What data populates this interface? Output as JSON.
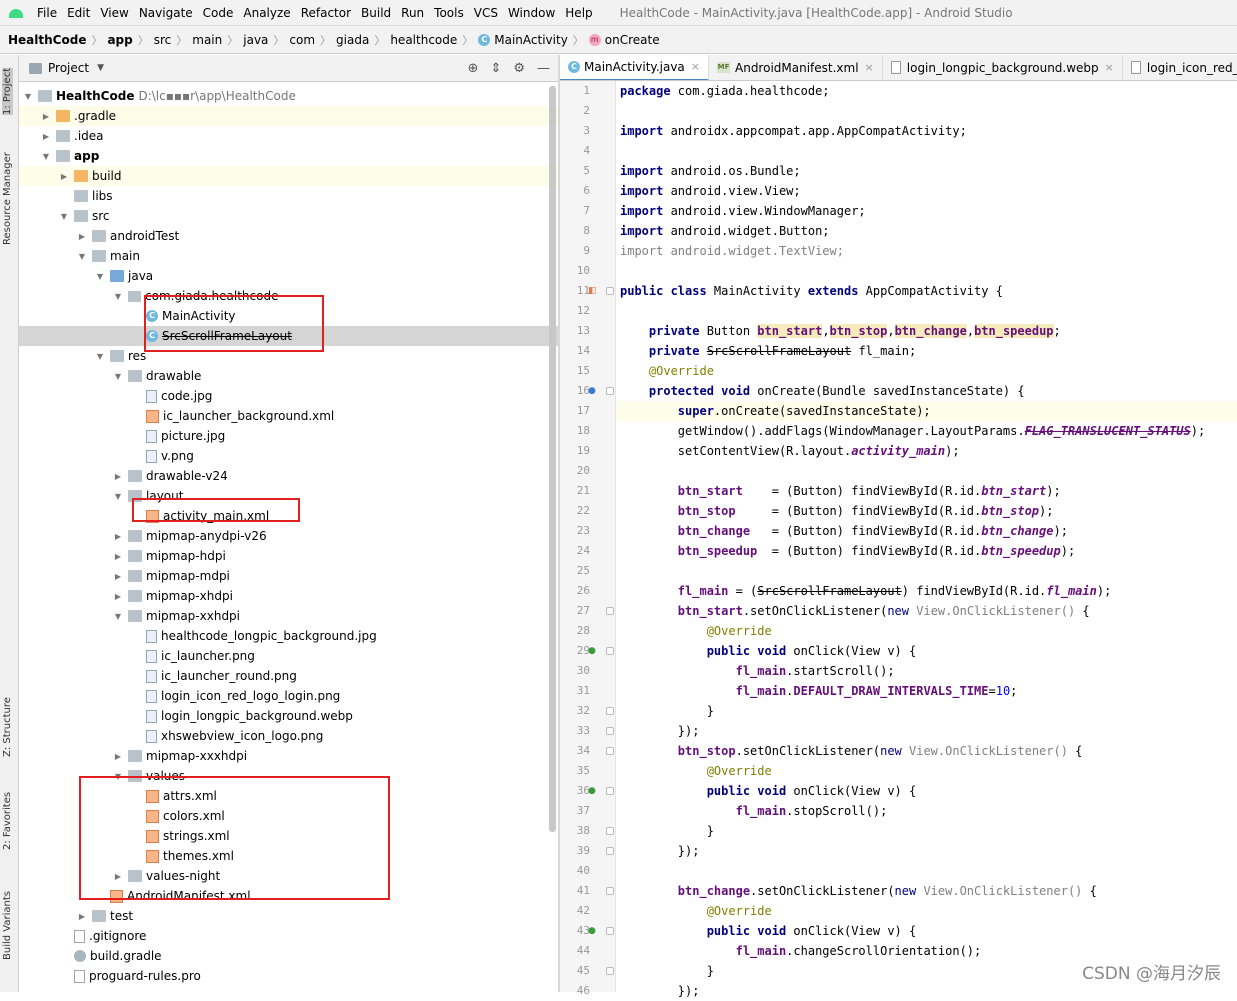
{
  "menubar": {
    "items": [
      "File",
      "Edit",
      "View",
      "Navigate",
      "Code",
      "Analyze",
      "Refactor",
      "Build",
      "Run",
      "Tools",
      "VCS",
      "Window",
      "Help"
    ],
    "window_title": "HealthCode - MainActivity.java [HealthCode.app] - Android Studio"
  },
  "breadcrumb": [
    "HealthCode",
    "app",
    "src",
    "main",
    "java",
    "com",
    "giada",
    "healthcode",
    "MainActivity",
    "onCreate"
  ],
  "sidebar_tabs": [
    "1: Project",
    "Resource Manager",
    "Z: Structure",
    "2: Favorites",
    "Build Variants"
  ],
  "project_panel": {
    "title": "Project",
    "tree": [
      {
        "label": "HealthCode",
        "sub": "D:\\lc▪▪▪r\\app\\HealthCode",
        "depth": 0,
        "open": true,
        "icon": "folder"
      },
      {
        "label": ".gradle",
        "depth": 1,
        "open": false,
        "icon": "folder-o"
      },
      {
        "label": ".idea",
        "depth": 1,
        "open": false,
        "icon": "folder"
      },
      {
        "label": "app",
        "depth": 1,
        "open": true,
        "icon": "folder"
      },
      {
        "label": "build",
        "depth": 2,
        "open": false,
        "icon": "folder-o"
      },
      {
        "label": "libs",
        "depth": 2,
        "icon": "folder"
      },
      {
        "label": "src",
        "depth": 2,
        "open": true,
        "icon": "folder"
      },
      {
        "label": "androidTest",
        "depth": 3,
        "open": false,
        "icon": "folder"
      },
      {
        "label": "main",
        "depth": 3,
        "open": true,
        "icon": "folder"
      },
      {
        "label": "java",
        "depth": 4,
        "open": true,
        "icon": "folder-b"
      },
      {
        "label": "com.giada.healthcode",
        "depth": 5,
        "open": true,
        "icon": "pkg"
      },
      {
        "label": "MainActivity",
        "depth": 6,
        "icon": "class"
      },
      {
        "label": "SrcScrollFrameLayout",
        "depth": 6,
        "icon": "class",
        "strike": true
      },
      {
        "label": "res",
        "depth": 4,
        "open": true,
        "icon": "folder"
      },
      {
        "label": "drawable",
        "depth": 5,
        "open": true,
        "icon": "folder"
      },
      {
        "label": "code.jpg",
        "depth": 6,
        "icon": "img"
      },
      {
        "label": "ic_launcher_background.xml",
        "depth": 6,
        "icon": "xml"
      },
      {
        "label": "picture.jpg",
        "depth": 6,
        "icon": "img"
      },
      {
        "label": "v.png",
        "depth": 6,
        "icon": "img"
      },
      {
        "label": "drawable-v24",
        "depth": 5,
        "open": false,
        "icon": "folder"
      },
      {
        "label": "layout",
        "depth": 5,
        "open": true,
        "icon": "folder"
      },
      {
        "label": "activity_main.xml",
        "depth": 6,
        "icon": "xml"
      },
      {
        "label": "mipmap-anydpi-v26",
        "depth": 5,
        "open": false,
        "icon": "folder"
      },
      {
        "label": "mipmap-hdpi",
        "depth": 5,
        "open": false,
        "icon": "folder"
      },
      {
        "label": "mipmap-mdpi",
        "depth": 5,
        "open": false,
        "icon": "folder"
      },
      {
        "label": "mipmap-xhdpi",
        "depth": 5,
        "open": false,
        "icon": "folder"
      },
      {
        "label": "mipmap-xxhdpi",
        "depth": 5,
        "open": true,
        "icon": "folder"
      },
      {
        "label": "healthcode_longpic_background.jpg",
        "depth": 6,
        "icon": "img"
      },
      {
        "label": "ic_launcher.png",
        "depth": 6,
        "icon": "img"
      },
      {
        "label": "ic_launcher_round.png",
        "depth": 6,
        "icon": "img"
      },
      {
        "label": "login_icon_red_logo_login.png",
        "depth": 6,
        "icon": "img"
      },
      {
        "label": "login_longpic_background.webp",
        "depth": 6,
        "icon": "img"
      },
      {
        "label": "xhswebview_icon_logo.png",
        "depth": 6,
        "icon": "img"
      },
      {
        "label": "mipmap-xxxhdpi",
        "depth": 5,
        "open": false,
        "icon": "folder"
      },
      {
        "label": "values",
        "depth": 5,
        "open": true,
        "icon": "folder"
      },
      {
        "label": "attrs.xml",
        "depth": 6,
        "icon": "xml"
      },
      {
        "label": "colors.xml",
        "depth": 6,
        "icon": "xml"
      },
      {
        "label": "strings.xml",
        "depth": 6,
        "icon": "xml"
      },
      {
        "label": "themes.xml",
        "depth": 6,
        "icon": "xml"
      },
      {
        "label": "values-night",
        "depth": 5,
        "open": false,
        "icon": "folder"
      },
      {
        "label": "AndroidManifest.xml",
        "depth": 4,
        "icon": "xml"
      },
      {
        "label": "test",
        "depth": 3,
        "open": false,
        "icon": "folder"
      },
      {
        "label": ".gitignore",
        "depth": 2,
        "icon": "file"
      },
      {
        "label": "build.gradle",
        "depth": 2,
        "icon": "gradle"
      },
      {
        "label": "proguard-rules.pro",
        "depth": 2,
        "icon": "file"
      }
    ]
  },
  "editor": {
    "tabs": [
      {
        "label": "MainActivity.java",
        "active": true,
        "icon": "class"
      },
      {
        "label": "AndroidManifest.xml",
        "icon": "manifest"
      },
      {
        "label": "login_longpic_background.webp",
        "icon": "webp"
      },
      {
        "label": "login_icon_red_logo_log",
        "icon": "webp"
      }
    ],
    "lines": [
      [
        [
          "kw",
          "package"
        ],
        [
          "t",
          " com.giada.healthcode;"
        ]
      ],
      [],
      [
        [
          "kw",
          "import"
        ],
        [
          "t",
          " androidx.appcompat.app.AppCompatActivity;"
        ]
      ],
      [],
      [
        [
          "kw",
          "import"
        ],
        [
          "t",
          " android.os.Bundle;"
        ]
      ],
      [
        [
          "kw",
          "import"
        ],
        [
          "t",
          " android.view.View;"
        ]
      ],
      [
        [
          "kw",
          "import"
        ],
        [
          "t",
          " android.view.WindowManager;"
        ]
      ],
      [
        [
          "kw",
          "import"
        ],
        [
          "t",
          " android.widget.Button;"
        ]
      ],
      [
        [
          "gray",
          "import android.widget.TextView;"
        ]
      ],
      [],
      [
        [
          "kw",
          "public class"
        ],
        [
          "t",
          " MainActivity "
        ],
        [
          "kw",
          "extends"
        ],
        [
          "t",
          " AppCompatActivity {"
        ]
      ],
      [],
      [
        [
          "t",
          "    "
        ],
        [
          "kw",
          "private"
        ],
        [
          "t",
          " Button "
        ],
        [
          "hv",
          "btn_start"
        ],
        [
          "t",
          ","
        ],
        [
          "hv",
          "btn_stop"
        ],
        [
          "t",
          ","
        ],
        [
          "hv",
          "btn_change"
        ],
        [
          "t",
          ","
        ],
        [
          "hv",
          "btn_speedup"
        ],
        [
          "t",
          ";"
        ]
      ],
      [
        [
          "t",
          "    "
        ],
        [
          "kw",
          "private"
        ],
        [
          "t",
          " "
        ],
        [
          "st",
          "SrcScrollFrameLayout"
        ],
        [
          "t",
          " fl_main;"
        ]
      ],
      [
        [
          "t",
          "    "
        ],
        [
          "ann",
          "@Override"
        ]
      ],
      [
        [
          "t",
          "    "
        ],
        [
          "kw",
          "protected void"
        ],
        [
          "t",
          " onCreate(Bundle savedInstanceState) {"
        ]
      ],
      [
        [
          "t",
          "        "
        ],
        [
          "kw",
          "super"
        ],
        [
          "t",
          ".onCreate(savedInstanceState);"
        ]
      ],
      [
        [
          "t",
          "        getWindow().addFlags(WindowManager.LayoutParams."
        ],
        [
          "fis",
          "FLAG_TRANSLUCENT_STATUS"
        ],
        [
          "t",
          ");"
        ]
      ],
      [
        [
          "t",
          "        setContentView(R.layout."
        ],
        [
          "fi",
          "activity_main"
        ],
        [
          "t",
          ");"
        ]
      ],
      [],
      [
        [
          "t",
          "        "
        ],
        [
          "f",
          "btn_start"
        ],
        [
          "t",
          "    = (Button) findViewById(R.id."
        ],
        [
          "fi",
          "btn_start"
        ],
        [
          "t",
          ");"
        ]
      ],
      [
        [
          "t",
          "        "
        ],
        [
          "f",
          "btn_stop"
        ],
        [
          "t",
          "     = (Button) findViewById(R.id."
        ],
        [
          "fi",
          "btn_stop"
        ],
        [
          "t",
          ");"
        ]
      ],
      [
        [
          "t",
          "        "
        ],
        [
          "f",
          "btn_change"
        ],
        [
          "t",
          "   = (Button) findViewById(R.id."
        ],
        [
          "fi",
          "btn_change"
        ],
        [
          "t",
          ");"
        ]
      ],
      [
        [
          "t",
          "        "
        ],
        [
          "f",
          "btn_speedup"
        ],
        [
          "t",
          "  = (Button) findViewById(R.id."
        ],
        [
          "fi",
          "btn_speedup"
        ],
        [
          "t",
          ");"
        ]
      ],
      [],
      [
        [
          "t",
          "        "
        ],
        [
          "f",
          "fl_main"
        ],
        [
          "t",
          " = ("
        ],
        [
          "st",
          "SrcScrollFrameLayout"
        ],
        [
          "t",
          ") findViewById(R.id."
        ],
        [
          "fi",
          "fl_main"
        ],
        [
          "t",
          ");"
        ]
      ],
      [
        [
          "t",
          "        "
        ],
        [
          "f",
          "btn_start"
        ],
        [
          "t",
          ".setOnClickListener("
        ],
        [
          "kwn",
          "new"
        ],
        [
          "gray",
          " View.OnClickListener()"
        ],
        [
          "t",
          " {"
        ]
      ],
      [
        [
          "t",
          "            "
        ],
        [
          "ann",
          "@Override"
        ]
      ],
      [
        [
          "t",
          "            "
        ],
        [
          "kw",
          "public void"
        ],
        [
          "t",
          " onClick(View v) {"
        ]
      ],
      [
        [
          "t",
          "                "
        ],
        [
          "f",
          "fl_main"
        ],
        [
          "t",
          ".startScroll();"
        ]
      ],
      [
        [
          "t",
          "                "
        ],
        [
          "f",
          "fl_main"
        ],
        [
          "t",
          "."
        ],
        [
          "f",
          "DEFAULT_DRAW_INTERVALS_TIME"
        ],
        [
          "t",
          "="
        ],
        [
          "num",
          "10"
        ],
        [
          "t",
          ";"
        ]
      ],
      [
        [
          "t",
          "            }"
        ]
      ],
      [
        [
          "t",
          "        });"
        ]
      ],
      [
        [
          "t",
          "        "
        ],
        [
          "f",
          "btn_stop"
        ],
        [
          "t",
          ".setOnClickListener("
        ],
        [
          "kwn",
          "new"
        ],
        [
          "gray",
          " View.OnClickListener()"
        ],
        [
          "t",
          " {"
        ]
      ],
      [
        [
          "t",
          "            "
        ],
        [
          "ann",
          "@Override"
        ]
      ],
      [
        [
          "t",
          "            "
        ],
        [
          "kw",
          "public void"
        ],
        [
          "t",
          " onClick(View v) {"
        ]
      ],
      [
        [
          "t",
          "                "
        ],
        [
          "f",
          "fl_main"
        ],
        [
          "t",
          ".stopScroll();"
        ]
      ],
      [
        [
          "t",
          "            }"
        ]
      ],
      [
        [
          "t",
          "        });"
        ]
      ],
      [],
      [
        [
          "t",
          "        "
        ],
        [
          "f",
          "btn_change"
        ],
        [
          "t",
          ".setOnClickListener("
        ],
        [
          "kwn",
          "new"
        ],
        [
          "gray",
          " View.OnClickListener()"
        ],
        [
          "t",
          " {"
        ]
      ],
      [
        [
          "t",
          "            "
        ],
        [
          "ann",
          "@Override"
        ]
      ],
      [
        [
          "t",
          "            "
        ],
        [
          "kw",
          "public void"
        ],
        [
          "t",
          " onClick(View v) {"
        ]
      ],
      [
        [
          "t",
          "                "
        ],
        [
          "f",
          "fl_main"
        ],
        [
          "t",
          ".changeScrollOrientation();"
        ]
      ],
      [
        [
          "t",
          "            }"
        ]
      ],
      [
        [
          "t",
          "        });"
        ]
      ]
    ]
  },
  "watermark": "CSDN @海月汐辰"
}
